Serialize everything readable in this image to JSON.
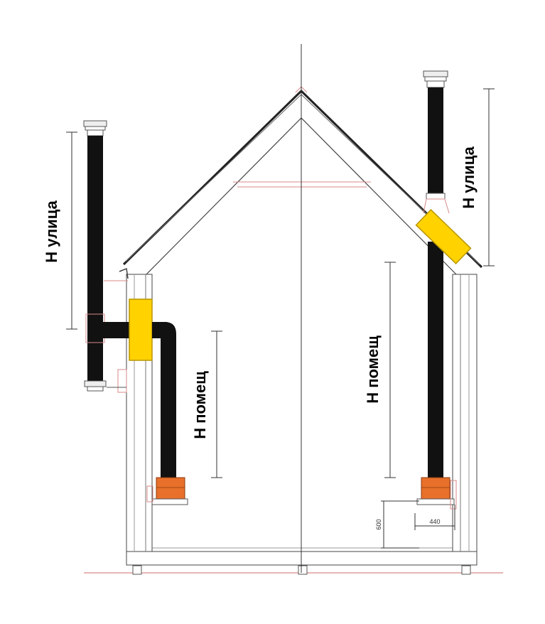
{
  "labels": {
    "h_street": "H улица",
    "h_room": "H помещ",
    "dim_height": "600",
    "dim_width": "440"
  },
  "colors": {
    "line": "#555555",
    "dark_line": "#222222",
    "red_line": "#d98a8a",
    "pipe": "#111111",
    "heater": "#e8702a",
    "roof_pass": "#ffd200",
    "roof_pass_stroke": "#b89600",
    "cap": "#eeeeee"
  },
  "icons": {
    "cap": "chimney-cap-icon",
    "heater": "heater-icon"
  }
}
